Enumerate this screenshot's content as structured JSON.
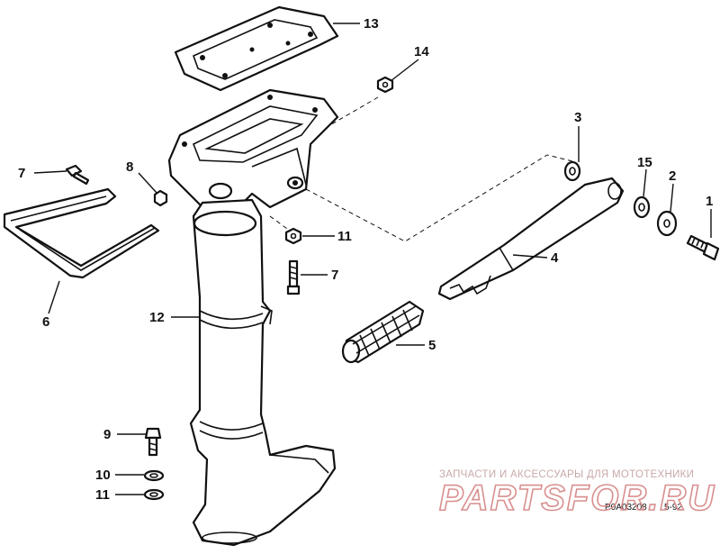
{
  "callouts": [
    {
      "id": "1",
      "label": "1"
    },
    {
      "id": "2",
      "label": "2"
    },
    {
      "id": "3",
      "label": "3"
    },
    {
      "id": "4",
      "label": "4"
    },
    {
      "id": "5",
      "label": "5"
    },
    {
      "id": "6",
      "label": "6"
    },
    {
      "id": "7a",
      "label": "7"
    },
    {
      "id": "7b",
      "label": "7"
    },
    {
      "id": "8",
      "label": "8"
    },
    {
      "id": "9",
      "label": "9"
    },
    {
      "id": "10",
      "label": "10"
    },
    {
      "id": "11a",
      "label": "11"
    },
    {
      "id": "11b",
      "label": "11"
    },
    {
      "id": "12",
      "label": "12"
    },
    {
      "id": "13",
      "label": "13"
    },
    {
      "id": "14",
      "label": "14"
    },
    {
      "id": "15",
      "label": "15"
    }
  ],
  "diagram_ref": {
    "code": "P0A03208",
    "rev": "5-92"
  },
  "watermark": {
    "top_text": "ЗАПЧАСТИ И АКСЕССУАРЫ ДЛЯ МОТОТЕХНИКИ",
    "brand_text": "PARTSFOR.RU"
  }
}
